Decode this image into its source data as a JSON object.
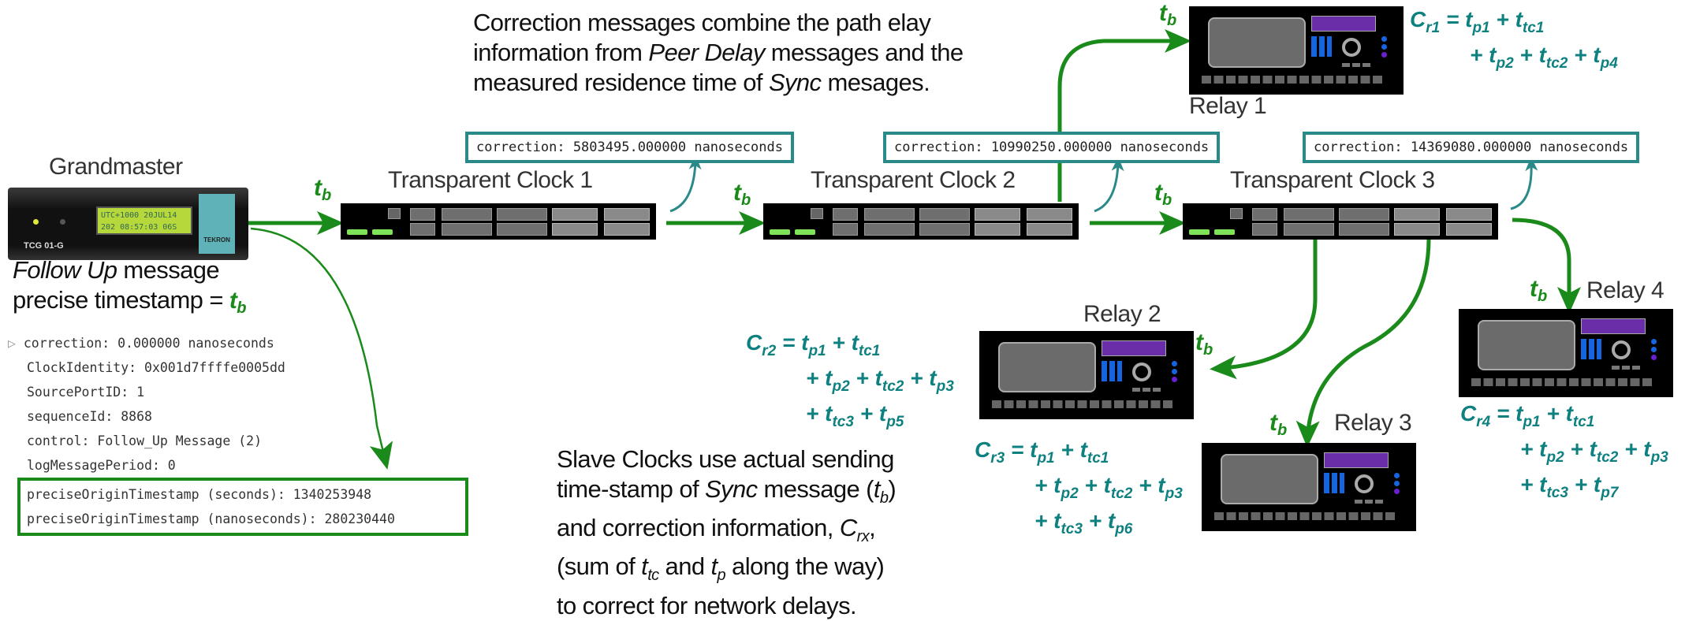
{
  "caption_top": {
    "line1": "Correction messages combine the path elay",
    "line2_a": "information from ",
    "line2_italic": "Peer Delay",
    "line2_b": " messages and the",
    "line3_a": "measured residence time of ",
    "line3_italic": "Sync",
    "line3_b": " mesages."
  },
  "caption_bottom": {
    "line1": "Slave Clocks use actual sending",
    "line2_a": "time-stamp of ",
    "line2_italic": "Sync",
    "line2_b": " message (",
    "line2_var": "t",
    "line2_sub": "b",
    "line2_c": ")",
    "line3_a": "and correction information, ",
    "line3_var": "C",
    "line3_sub": "rx",
    "line3_b": ",",
    "line4_a": "(sum of ",
    "line4_var1": "t",
    "line4_sub1": "tc",
    "line4_b": " and ",
    "line4_var2": "t",
    "line4_sub2": "p",
    "line4_c": " along the way)",
    "line5": "to correct for network delays."
  },
  "grandmaster": {
    "label": "Grandmaster",
    "lcd_line1": "UTC+1000 20JUL14",
    "lcd_line2": "202 08:57:03 06S",
    "brand": "TEKRON",
    "model": "TCG 01-G",
    "caption_italic": "Follow Up",
    "caption_a": " message",
    "caption_b": "precise timestamp = "
  },
  "timestamp_symbol": {
    "var": "t",
    "sub": "b"
  },
  "packet": {
    "lines": [
      "correction: 0.000000 nanoseconds",
      "ClockIdentity: 0x001d7ffffe0005dd",
      "SourcePortID: 1",
      "sequenceId: 8868",
      "control: Follow_Up Message (2)",
      "logMessagePeriod: 0"
    ],
    "highlighted": [
      "preciseOriginTimestamp (seconds): 1340253948",
      "preciseOriginTimestamp (nanoseconds): 280230440"
    ]
  },
  "transparent_clocks": [
    {
      "label": "Transparent Clock 1",
      "correction": "correction: 5803495.000000 nanoseconds"
    },
    {
      "label": "Transparent Clock 2",
      "correction": "correction: 10990250.000000 nanoseconds"
    },
    {
      "label": "Transparent Clock 3",
      "correction": "correction: 14369080.000000 nanoseconds"
    }
  ],
  "relays": [
    {
      "label": "Relay 1",
      "eq_name": "r1",
      "eq_lines": [
        [
          [
            "t",
            "p1"
          ],
          [
            "t",
            "tc1"
          ]
        ],
        [
          [
            "t",
            "p2"
          ],
          [
            "t",
            "tc2"
          ],
          [
            "t",
            "p4"
          ]
        ]
      ]
    },
    {
      "label": "Relay 2",
      "eq_name": "r2",
      "eq_lines": [
        [
          [
            "t",
            "p1"
          ],
          [
            "t",
            "tc1"
          ]
        ],
        [
          [
            "t",
            "p2"
          ],
          [
            "t",
            "tc2"
          ],
          [
            "t",
            "p3"
          ]
        ],
        [
          [
            "t",
            "tc3"
          ],
          [
            "t",
            "p5"
          ]
        ]
      ]
    },
    {
      "label": "Relay 3",
      "eq_name": "r3",
      "eq_lines": [
        [
          [
            "t",
            "p1"
          ],
          [
            "t",
            "tc1"
          ]
        ],
        [
          [
            "t",
            "p2"
          ],
          [
            "t",
            "tc2"
          ],
          [
            "t",
            "p3"
          ]
        ],
        [
          [
            "t",
            "tc3"
          ],
          [
            "t",
            "p6"
          ]
        ]
      ]
    },
    {
      "label": "Relay 4",
      "eq_name": "r4",
      "eq_lines": [
        [
          [
            "t",
            "p1"
          ],
          [
            "t",
            "tc1"
          ]
        ],
        [
          [
            "t",
            "p2"
          ],
          [
            "t",
            "tc2"
          ],
          [
            "t",
            "p3"
          ]
        ],
        [
          [
            "t",
            "tc3"
          ],
          [
            "t",
            "p7"
          ]
        ]
      ]
    }
  ],
  "colors": {
    "sync_arrow": "#1a8a1a",
    "correction_teal": "#2a8a8a",
    "equation_teal": "#0f8080"
  }
}
